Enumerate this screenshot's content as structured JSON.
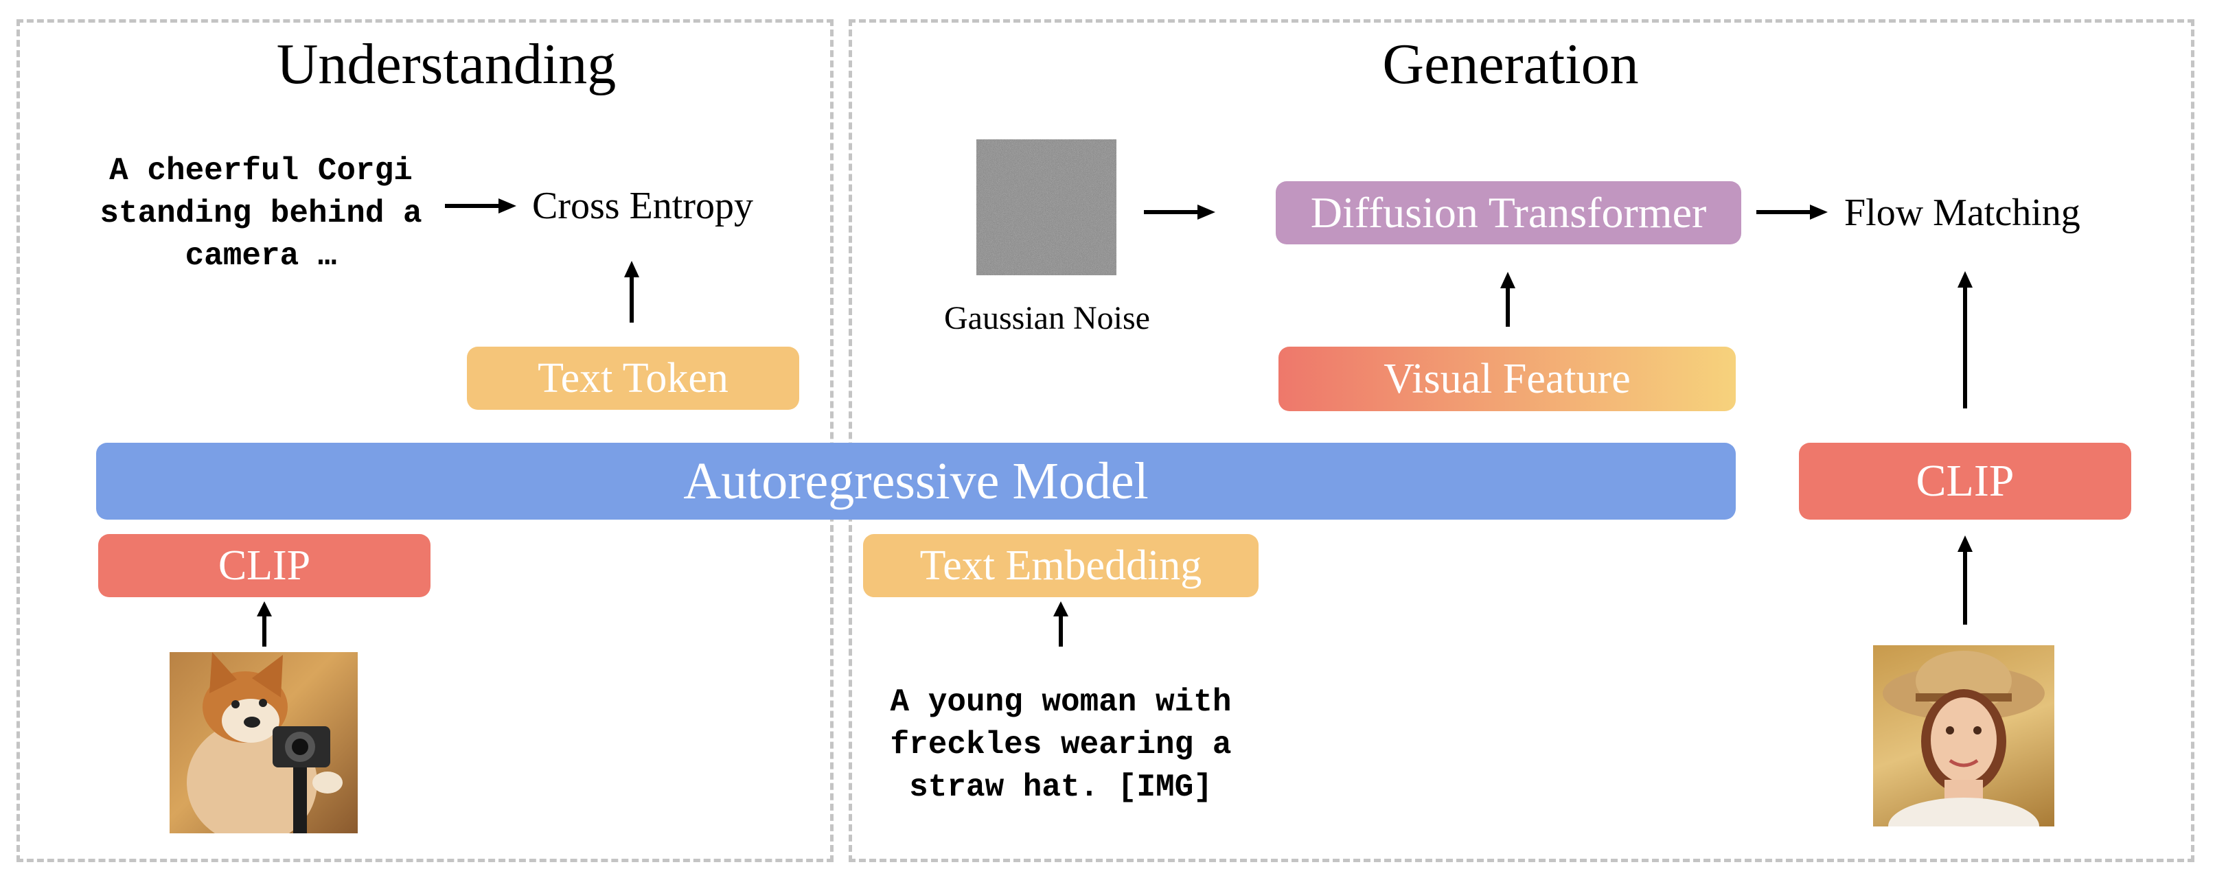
{
  "understanding": {
    "title": "Understanding",
    "prompt": "A cheerful Corgi\nstanding behind a\ncamera …",
    "loss": "Cross Entropy",
    "token": "Text Token",
    "encoder": "CLIP"
  },
  "generation": {
    "title": "Generation",
    "noise_label": "Gaussian Noise",
    "transformer": "Diffusion Transformer",
    "loss": "Flow Matching",
    "feature": "Visual Feature",
    "embedding": "Text Embedding",
    "prompt": "A young woman with\nfreckles wearing a\nstraw hat. [IMG]",
    "encoder": "CLIP"
  },
  "shared": {
    "model": "Autoregressive Model"
  },
  "colors": {
    "panel_border": "#c4c4c4",
    "model_blue": "#7a9fe6",
    "clip_red": "#ee786b",
    "token_orange": "#f5c579",
    "transformer_purple": "#c196c0",
    "feature_gradient_start": "#ee786b",
    "feature_gradient_end": "#f6d27c"
  },
  "icons": {
    "corgi": "corgi-photo",
    "woman": "woman-photo",
    "noise": "gaussian-noise-image"
  }
}
